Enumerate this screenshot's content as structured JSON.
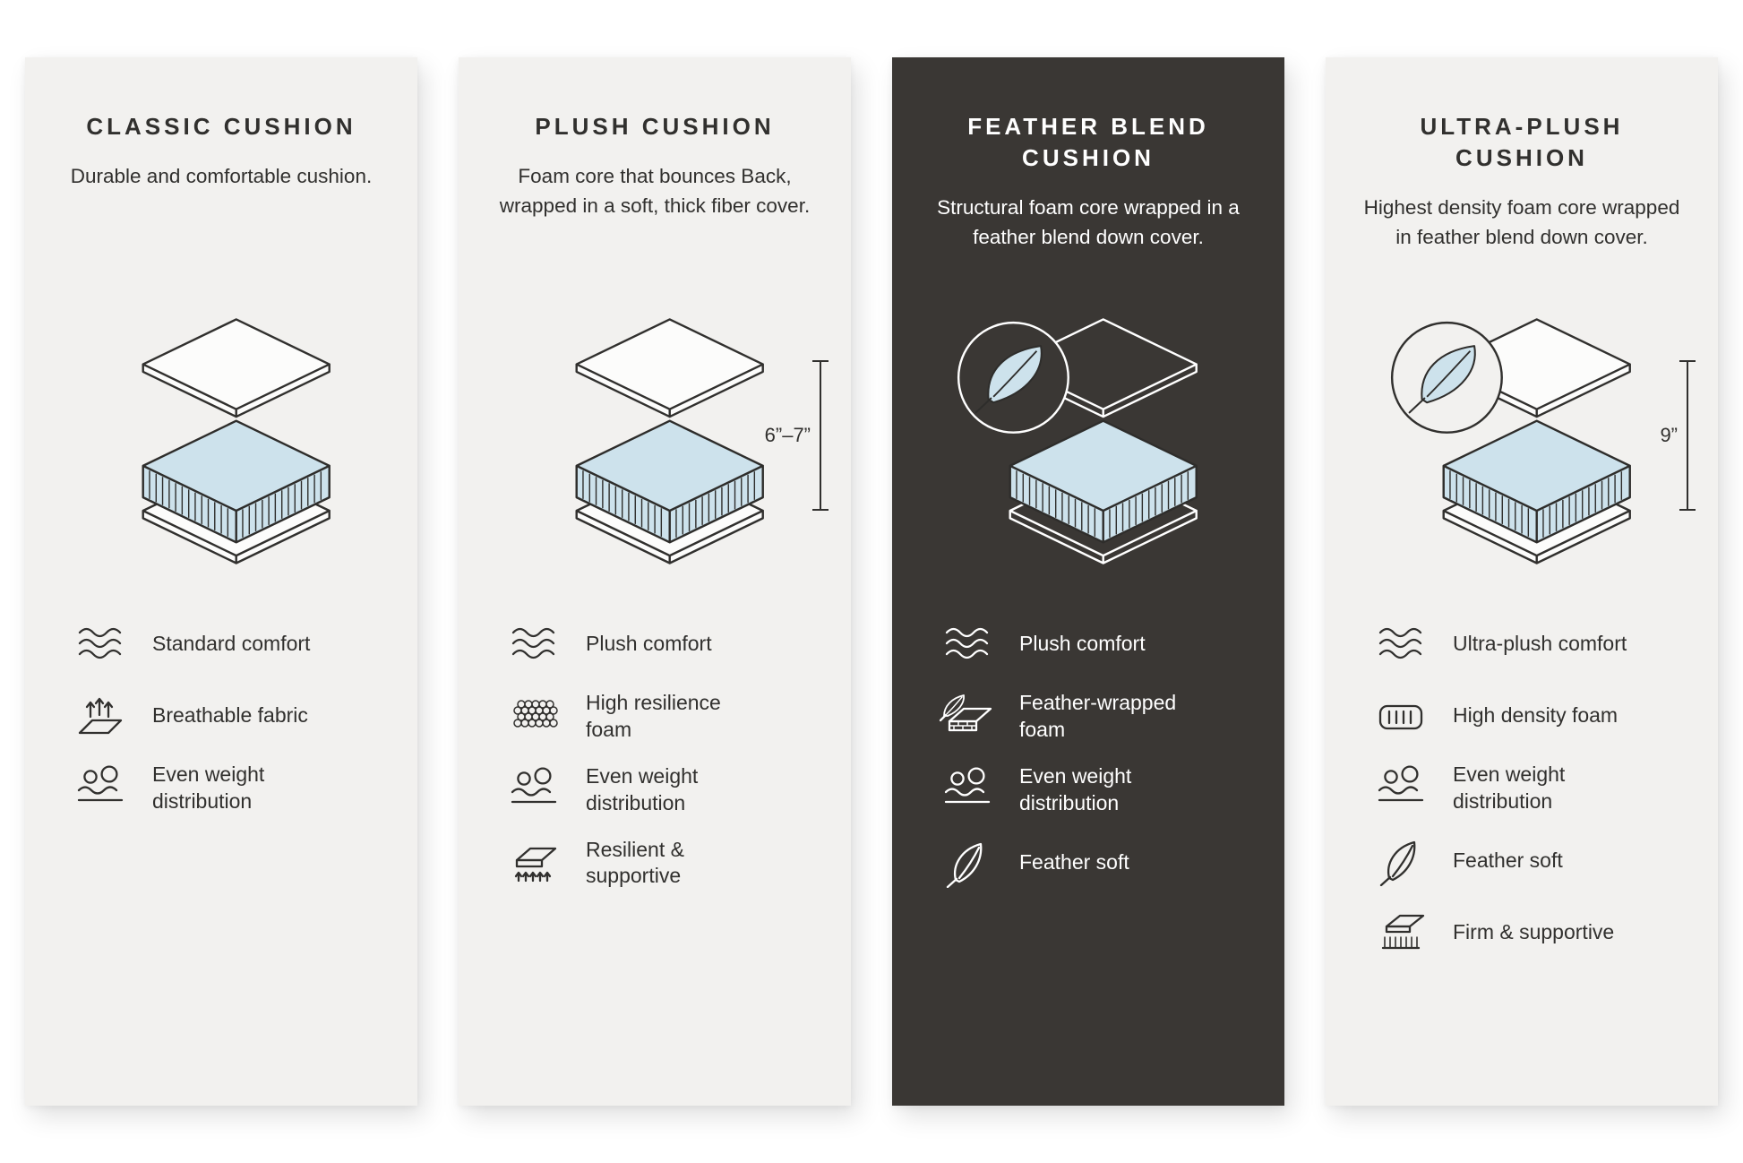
{
  "page": {
    "background": "#ffffff"
  },
  "colors": {
    "card_light_bg": "#f2f1ef",
    "card_dark_bg": "#3a3734",
    "ink_dark": "#31302e",
    "ink_light": "#ffffff",
    "slab_light_fill": "#fcfcfb",
    "foam_blue": "#cde2ec",
    "foam_stroke": "#2e2d2b"
  },
  "cards": [
    {
      "title": "CLASSIC CUSHION",
      "description": "Durable and comfortable cushion.",
      "theme": "light",
      "feather_badge": false,
      "measurement": "",
      "features": [
        {
          "icon": "waves-icon",
          "label": "Standard comfort"
        },
        {
          "icon": "breathable-icon",
          "label": "Breathable fabric"
        },
        {
          "icon": "weight-icon",
          "label": "Even weight distribution"
        }
      ]
    },
    {
      "title": "PLUSH CUSHION",
      "description": "Foam core that bounces Back, wrapped in a soft, thick fiber cover.",
      "theme": "light",
      "feather_badge": false,
      "measurement": "6”–7”",
      "features": [
        {
          "icon": "waves-icon",
          "label": "Plush comfort"
        },
        {
          "icon": "honeycomb-icon",
          "label": "High resilience foam"
        },
        {
          "icon": "weight-icon",
          "label": "Even weight distribution"
        },
        {
          "icon": "spring-icon",
          "label": "Resilient & supportive"
        }
      ]
    },
    {
      "title": "FEATHER BLEND CUSHION",
      "description": "Structural foam core wrapped in a feather blend down cover.",
      "theme": "dark",
      "feather_badge": true,
      "measurement": "",
      "features": [
        {
          "icon": "waves-icon",
          "label": "Plush comfort"
        },
        {
          "icon": "feather-foam-icon",
          "label": "Feather-wrapped foam"
        },
        {
          "icon": "weight-icon",
          "label": "Even weight distribution"
        },
        {
          "icon": "feather-icon",
          "label": "Feather soft"
        }
      ]
    },
    {
      "title": "ULTRA-PLUSH CUSHION",
      "description": "Highest density foam core wrapped in feather blend down cover.",
      "theme": "light",
      "feather_badge": true,
      "measurement": "9”",
      "features": [
        {
          "icon": "waves-icon",
          "label": "Ultra-plush comfort"
        },
        {
          "icon": "density-foam-icon",
          "label": "High density foam"
        },
        {
          "icon": "weight-icon",
          "label": "Even weight distribution"
        },
        {
          "icon": "feather-icon",
          "label": "Feather soft"
        },
        {
          "icon": "firm-icon",
          "label": "Firm & supportive"
        }
      ]
    }
  ]
}
